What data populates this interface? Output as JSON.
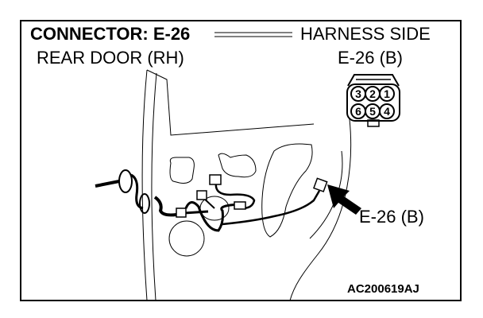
{
  "header": {
    "connector_title": "CONNECTOR: E-26",
    "harness_side": "HARNESS SIDE",
    "location": "REAR DOOR (RH)",
    "connector_id": "E-26 (B)"
  },
  "connector": {
    "pins_top": [
      "3",
      "2",
      "1"
    ],
    "pins_bottom": [
      "6",
      "5",
      "4"
    ]
  },
  "callout_label": "E-26 (B)",
  "figure_code": "AC200619AJ"
}
